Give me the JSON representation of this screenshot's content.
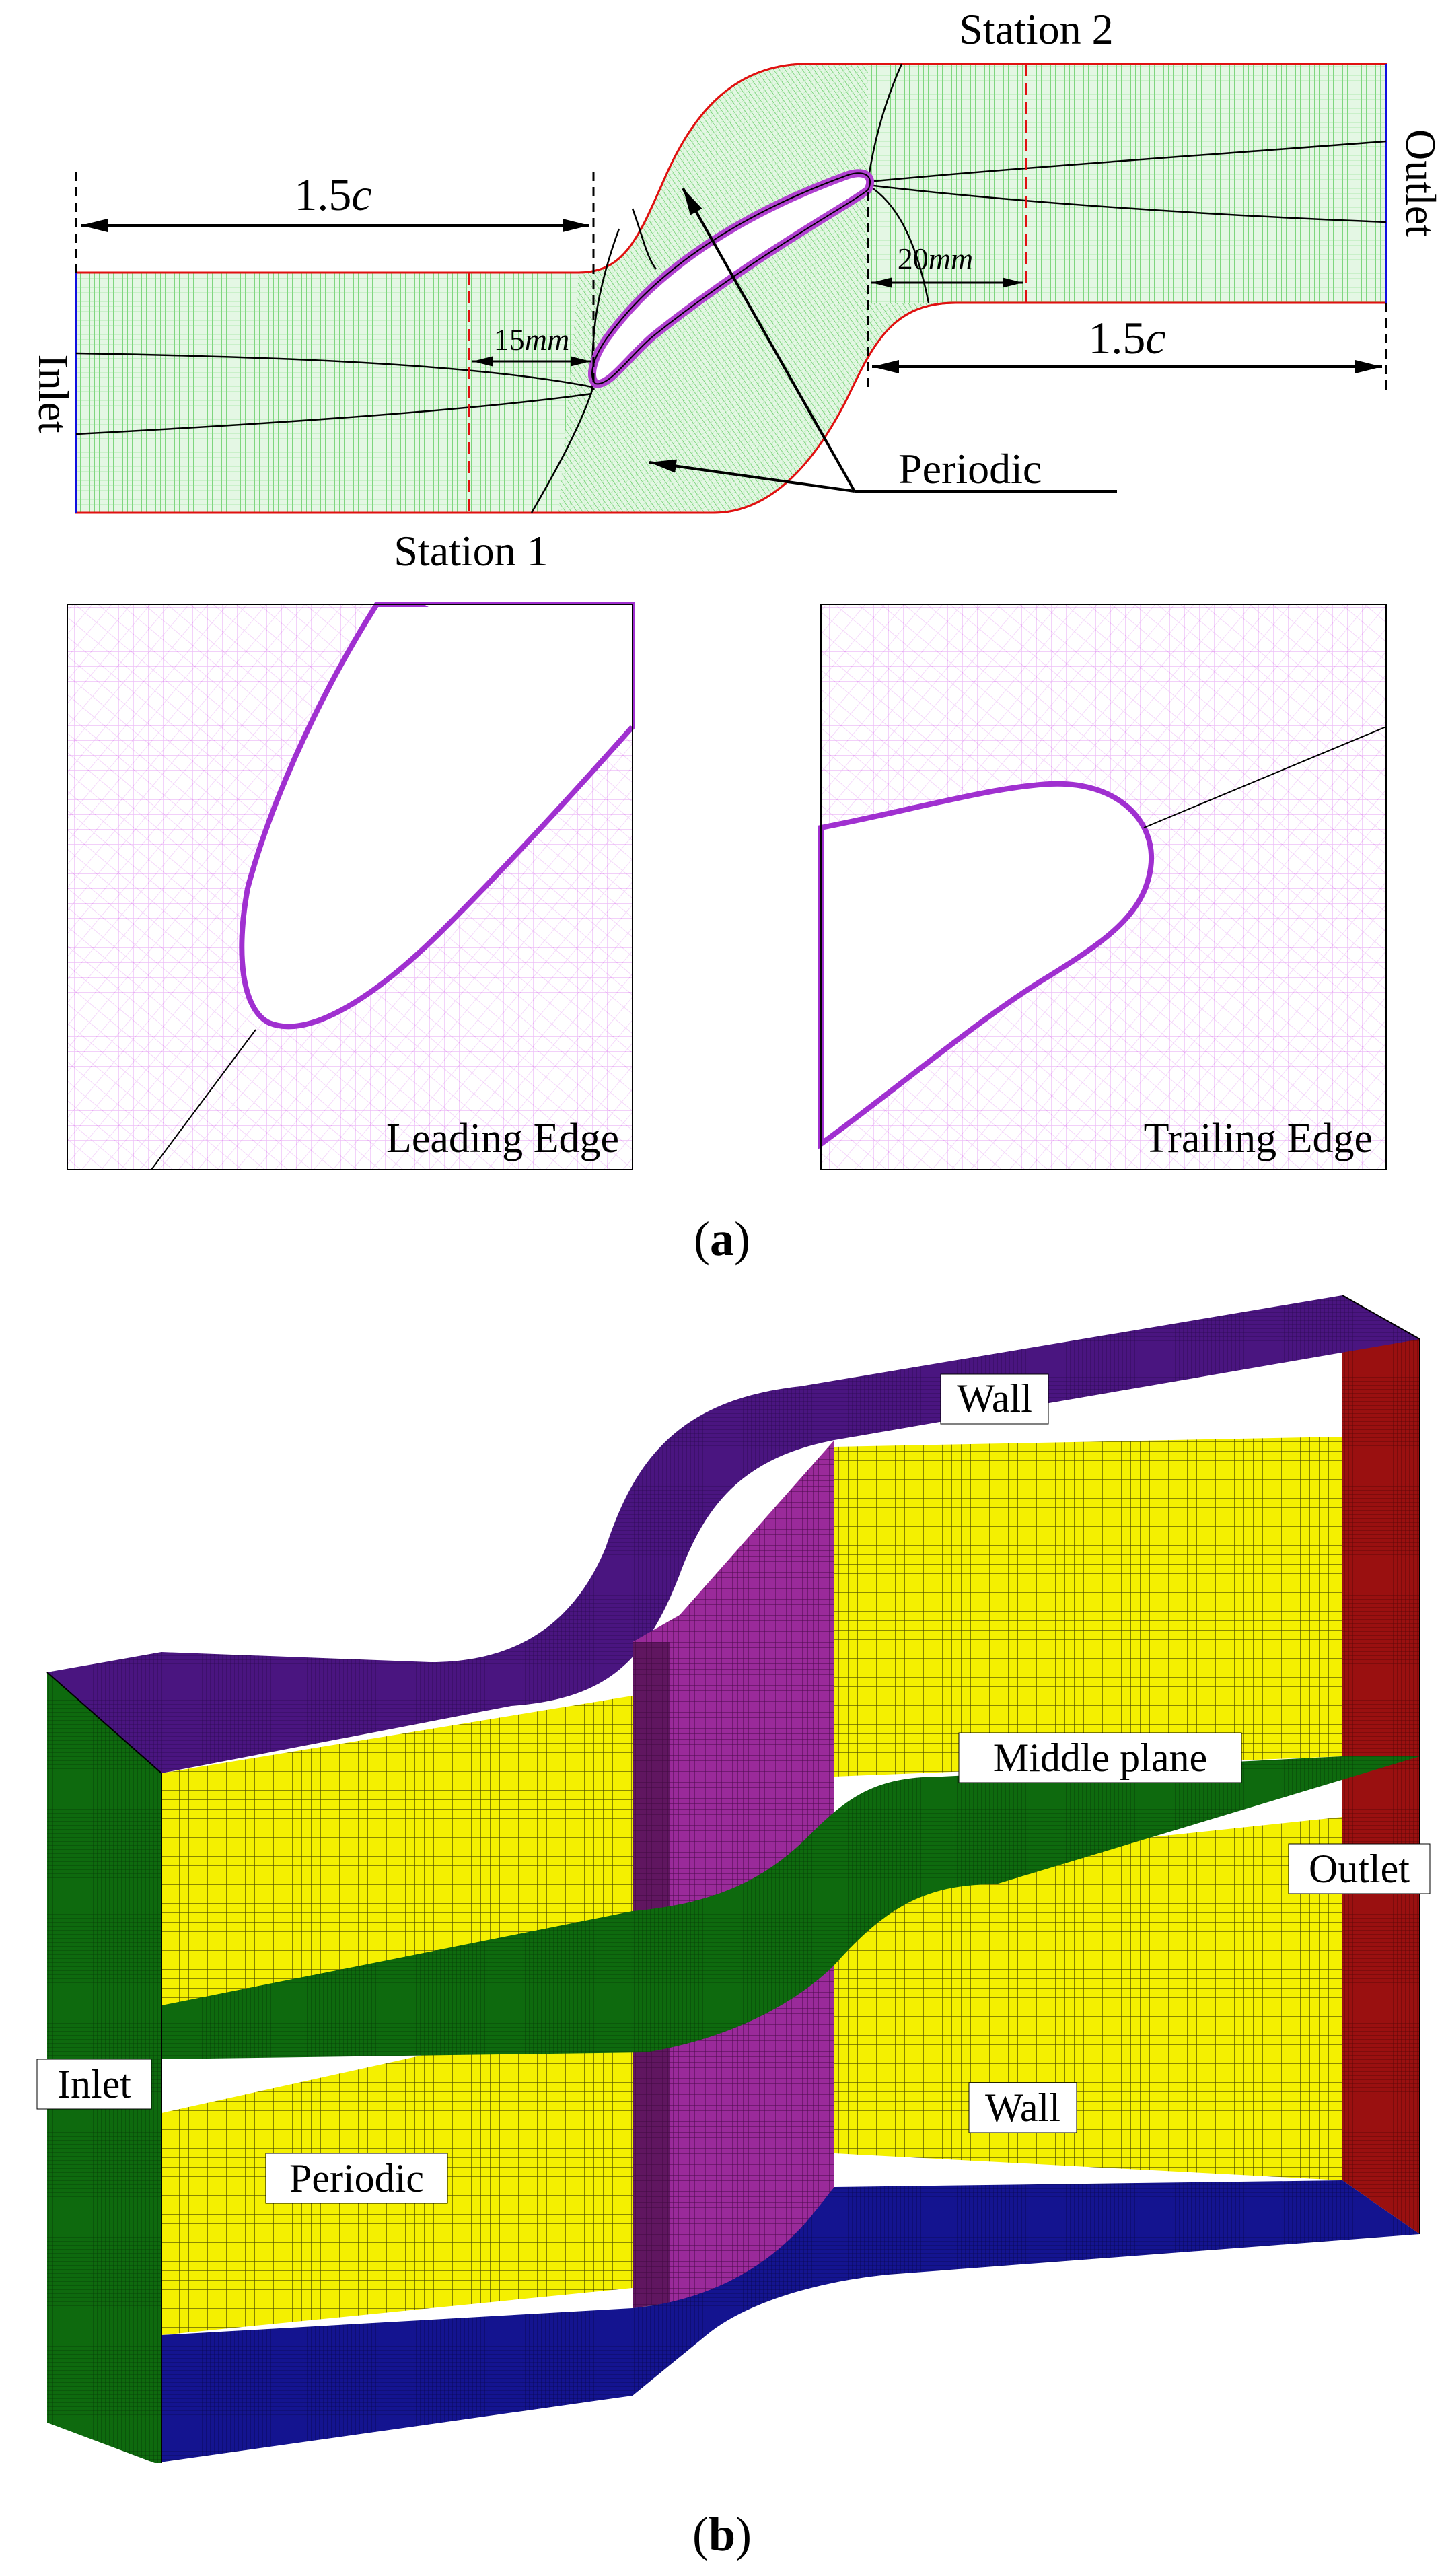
{
  "panel_a": {
    "labels": {
      "station1": "Station 1",
      "station2": "Station 2",
      "inlet": "Inlet",
      "outlet": "Outlet",
      "periodic": "Periodic",
      "dim_inlet": "1.5",
      "dim_outlet": "1.5",
      "dim_unit_c": "c",
      "dim_15": "15",
      "dim_20": "20",
      "dim_unit_mm": "mm",
      "leading_edge": "Leading Edge",
      "trailing_edge": "Trailing Edge"
    },
    "caption": "(a)",
    "caption_letter": "a"
  },
  "panel_b": {
    "labels": {
      "wall_top": "Wall",
      "wall_bottom": "Wall",
      "middle_plane": "Middle plane",
      "outlet": "Outlet",
      "inlet": "Inlet",
      "periodic": "Periodic"
    },
    "caption_letter": "b"
  },
  "colors": {
    "mesh_green": "#2fb02f",
    "mesh_magenta": "#d060f0",
    "boundary_red": "#e01010",
    "boundary_blue": "#1010e0",
    "wall_purple": "#4a1080",
    "periodic_yellow": "#f4f000",
    "middle_green": "#0c5a0c",
    "bottom_blue": "#10108a",
    "outlet_red": "#a01010",
    "blade_magenta": "#8a1a8a"
  }
}
